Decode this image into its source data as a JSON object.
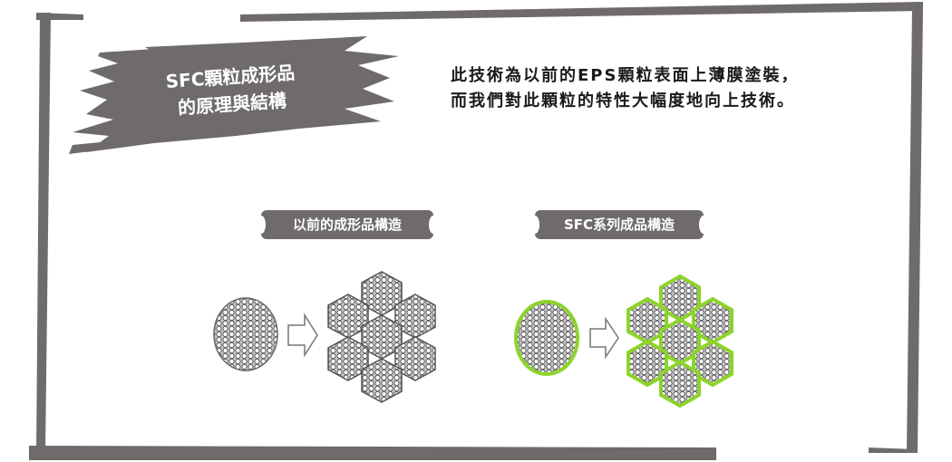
{
  "title": {
    "line1": "SFC顆粒成形品",
    "line2": "的原理與結構"
  },
  "description": {
    "line1": "此技術為以前的EPS顆粒表面上薄膜塗裝，",
    "line2": "而我們對此顆粒的特性大幅度地向上技術。"
  },
  "labels": {
    "old_structure": "以前的成形品構造",
    "sfc_structure": "SFC系列成品構造"
  },
  "colors": {
    "frame": "#6f6b6b",
    "coating_green": "#8cd42b",
    "bead_fill": "#b8b8b8",
    "bead_outline": "#555555"
  }
}
